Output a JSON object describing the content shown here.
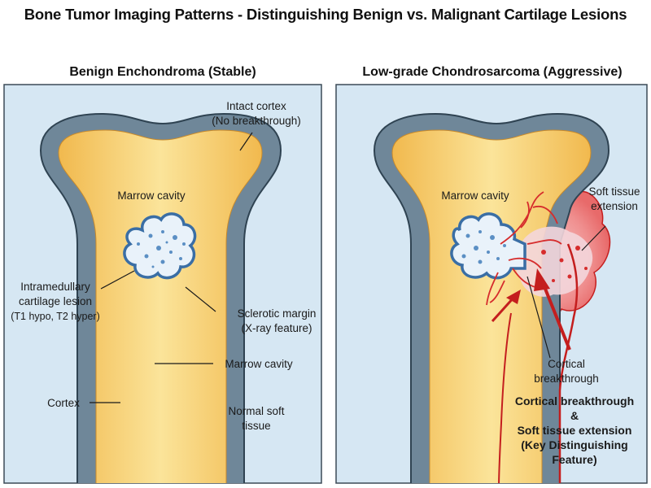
{
  "title": "Bone Tumor Imaging Patterns - Distinguishing Benign vs. Malignant Cartilage Lesions",
  "left_panel": {
    "title": "Benign Enchondroma (Stable)",
    "labels": {
      "intact_cortex_1": "Intact cortex",
      "intact_cortex_2": "(No breakthrough)",
      "marrow_cavity_top": "Marrow cavity",
      "lesion_1": "Intramedullary",
      "lesion_2": "cartilage lesion",
      "lesion_3": "(T1 hypo, T2 hyper)",
      "sclerotic_1": "Sclerotic margin",
      "sclerotic_2": "(X-ray feature)",
      "marrow_cavity_side": "Marrow cavity",
      "cortex": "Cortex",
      "soft_tissue_1": "Normal soft",
      "soft_tissue_2": "tissue"
    }
  },
  "right_panel": {
    "title": "Low-grade Chondrosarcoma (Aggressive)",
    "labels": {
      "marrow_cavity": "Marrow cavity",
      "soft_ext_1": "Soft tissue",
      "soft_ext_2": "extension",
      "cortical_1": "Cortical",
      "cortical_2": "breakthrough",
      "key_1": "Cortical breakthrough",
      "key_2": "&",
      "key_3": "Soft tissue extension",
      "key_4": "(Key Distinguishing",
      "key_5": "Feature)"
    }
  },
  "colors": {
    "panel_bg": "#d6e7f3",
    "cortex": "#6f8799",
    "cortex_edge": "#2f4352",
    "marrow_outer": "#f3c462",
    "marrow_inner": "#fbe7a2",
    "lesion": "#e9f2fa",
    "lesion_edge": "#3a6ea5",
    "malignant": "#d62c2c"
  }
}
